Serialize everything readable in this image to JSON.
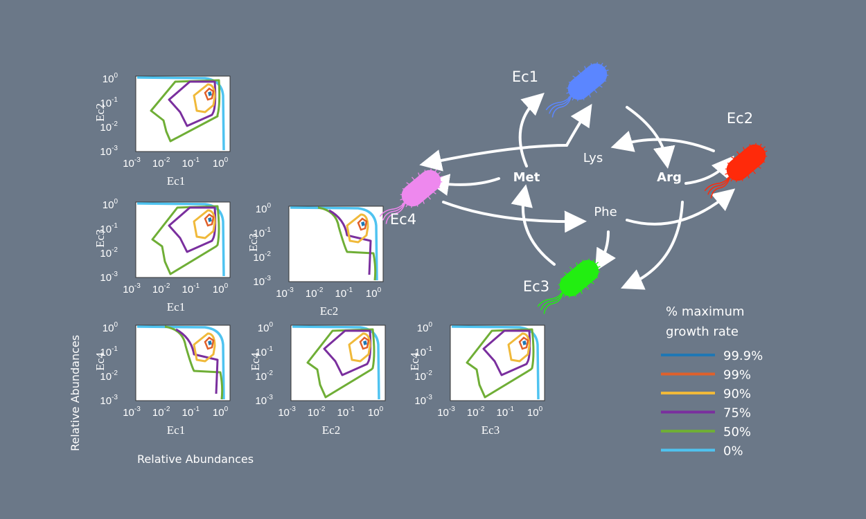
{
  "colors": {
    "background": "#6b7888",
    "level_99_9": "#1f77b4",
    "level_99": "#e0602a",
    "level_90": "#f0b93a",
    "level_75": "#7a2f9e",
    "level_50": "#6fae36",
    "level_0": "#4fc3f0",
    "ec1": "#5b86ff",
    "ec2": "#ff2a0a",
    "ec3": "#22ee11",
    "ec4": "#ee88ee",
    "arrow": "#ffffff"
  },
  "tick_labels": {
    "values": [
      "10",
      "10",
      "10",
      "10"
    ],
    "exponents": [
      "-3",
      "-2",
      "-1",
      "0"
    ]
  },
  "plots": [
    {
      "x_label": "Ec1",
      "y_label": "Ec2"
    },
    {
      "x_label": "Ec1",
      "y_label": "Ec3"
    },
    {
      "x_label": "Ec2",
      "y_label": "Ec3"
    },
    {
      "x_label": "Ec1",
      "y_label": "Ec4"
    },
    {
      "x_label": "Ec2",
      "y_label": "Ec4"
    },
    {
      "x_label": "Ec3",
      "y_label": "Ec4"
    }
  ],
  "axis_titles": {
    "x": "Relative Abundances",
    "y": "Relative Abundances"
  },
  "network": {
    "organisms": [
      {
        "label": "Ec1",
        "icon": "bacterium-icon",
        "color_key": "ec1"
      },
      {
        "label": "Ec2",
        "icon": "bacterium-icon",
        "color_key": "ec2"
      },
      {
        "label": "Ec3",
        "icon": "bacterium-icon",
        "color_key": "ec3"
      },
      {
        "label": "Ec4",
        "icon": "bacterium-icon",
        "color_key": "ec4"
      }
    ],
    "metabolites": [
      {
        "label": "Met",
        "bold": true
      },
      {
        "label": "Lys",
        "bold": false
      },
      {
        "label": "Arg",
        "bold": true
      },
      {
        "label": "Phe",
        "bold": false
      }
    ]
  },
  "legend": {
    "title_line1": "% maximum",
    "title_line2": "growth rate",
    "items": [
      {
        "label": "99.9%",
        "color_key": "level_99_9"
      },
      {
        "label": "99%",
        "color_key": "level_99"
      },
      {
        "label": "90%",
        "color_key": "level_90"
      },
      {
        "label": "75%",
        "color_key": "level_75"
      },
      {
        "label": "50%",
        "color_key": "level_50"
      },
      {
        "label": "0%",
        "color_key": "level_0"
      }
    ]
  }
}
